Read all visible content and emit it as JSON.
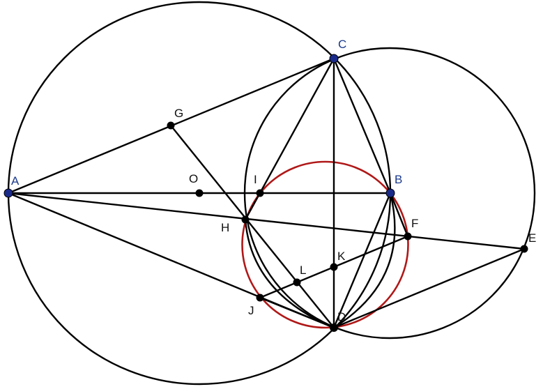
{
  "title": "Geometry construction",
  "colors": {
    "line": "#000000",
    "circle_highlight": "#b01818",
    "free_point": "#1a2a8a",
    "point": "#000000"
  },
  "points": {
    "A": {
      "label": "A",
      "free": true
    },
    "B": {
      "label": "B",
      "free": true
    },
    "C": {
      "label": "C",
      "free": true
    },
    "D": {
      "label": "D",
      "free": false
    },
    "E": {
      "label": "E",
      "free": false
    },
    "F": {
      "label": "F",
      "free": false
    },
    "G": {
      "label": "G",
      "free": false
    },
    "H": {
      "label": "H",
      "free": false
    },
    "I": {
      "label": "I",
      "free": false
    },
    "J": {
      "label": "J",
      "free": false
    },
    "K": {
      "label": "K",
      "free": false
    },
    "L": {
      "label": "L",
      "free": false
    },
    "O": {
      "label": "O",
      "free": false
    }
  }
}
